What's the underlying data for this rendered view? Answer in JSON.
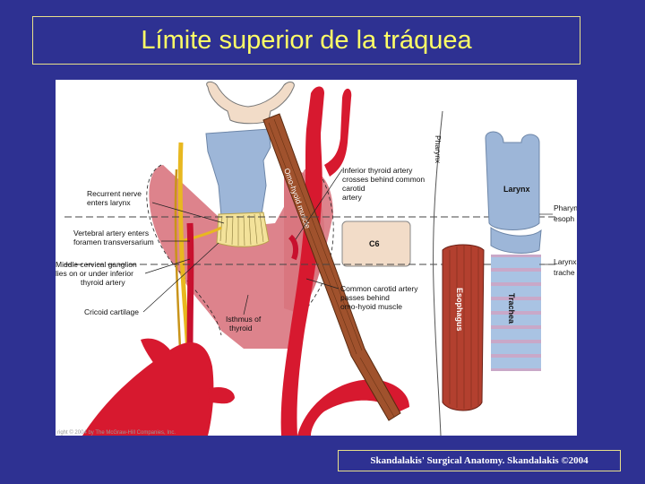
{
  "slide": {
    "title": "Límite superior de la tráquea",
    "credit": "Skandalakis' Surgical Anatomy. Skandalakis ©2004"
  },
  "figure": {
    "labels": {
      "recurrent_nerve": [
        "Recurrent nerve",
        "enters larynx"
      ],
      "vertebral_artery": [
        "Vertebral artery enters",
        "foramen transversarium"
      ],
      "middle_cervical": [
        "Middle cervical ganglion",
        "lies on or under inferior",
        "thyroid artery"
      ],
      "cricoid": "Cricoid cartilage",
      "isthmus": [
        "Isthmus of",
        "thyroid"
      ],
      "inferior_thyroid": [
        "Inferior thyroid artery",
        "crosses behind common",
        "carotid",
        "artery"
      ],
      "common_carotid": [
        "Common carotid artery",
        "passes behind",
        "omo-hyoid muscle"
      ],
      "omo_hyoid": "Omo-hyoid muscle",
      "c6": "C6",
      "pharynx": "Pharynx",
      "esophagus": "Esophagus",
      "larynx": "Larynx",
      "trachea": "Trachea",
      "pharynx_esoph": [
        "Pharyn",
        "esoph"
      ],
      "larynx_trachea": [
        "Larynx",
        "trache"
      ],
      "copyright": "right © 2004 by The McGraw-Hill Companies, Inc."
    }
  }
}
